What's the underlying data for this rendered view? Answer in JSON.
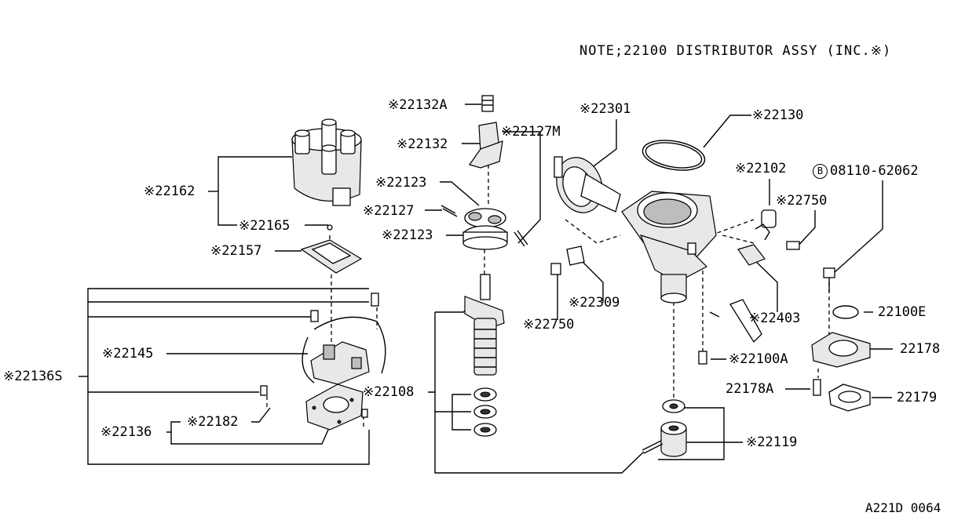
{
  "note": "NOTE;22100 DISTRIBUTOR ASSY (INC.※)",
  "drawing_code": "A221D 0064",
  "bolt_symbol": "B",
  "labels": {
    "p22132A": "※22132A",
    "p22132": "※22132",
    "p22127M": "※22127M",
    "p22301": "※22301",
    "p22130": "※22130",
    "p22102": "※22102",
    "p08110": "08110-62062",
    "p22750a": "※22750",
    "p22162": "※22162",
    "p22123a": "※22123",
    "p22127": "※22127",
    "p22165": "※22165",
    "p22123b": "※22123",
    "p22157": "※22157",
    "p22309": "※22309",
    "p22403": "※22403",
    "p22100E": "22100E",
    "p22750b": "※22750",
    "p22145": "※22145",
    "p22178": "22178",
    "p22100A": "※22100A",
    "p22136S": "※22136S",
    "p22108": "※22108",
    "p22178A": "22178A",
    "p22179": "22179",
    "p22182": "※22182",
    "p22136": "※22136",
    "p22119": "※22119"
  }
}
